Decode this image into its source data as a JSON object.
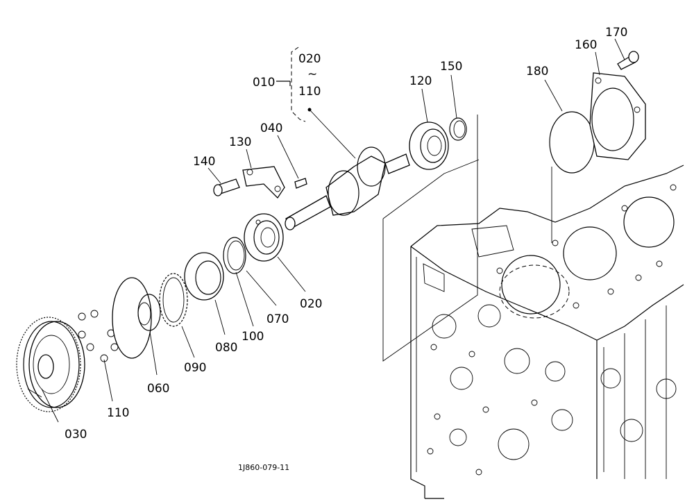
{
  "title": "",
  "drawing_code": "1J860-079-11",
  "callouts": {
    "p010": "010",
    "p020_top": "020",
    "tilde": "~",
    "p110_top": "110",
    "p020": "020",
    "p030": "030",
    "p040": "040",
    "p060": "060",
    "p070": "070",
    "p080": "080",
    "p090": "090",
    "p100": "100",
    "p110": "110",
    "p120": "120",
    "p130": "130",
    "p140": "140",
    "p150": "150",
    "p160": "160",
    "p170": "170",
    "p180": "180"
  }
}
